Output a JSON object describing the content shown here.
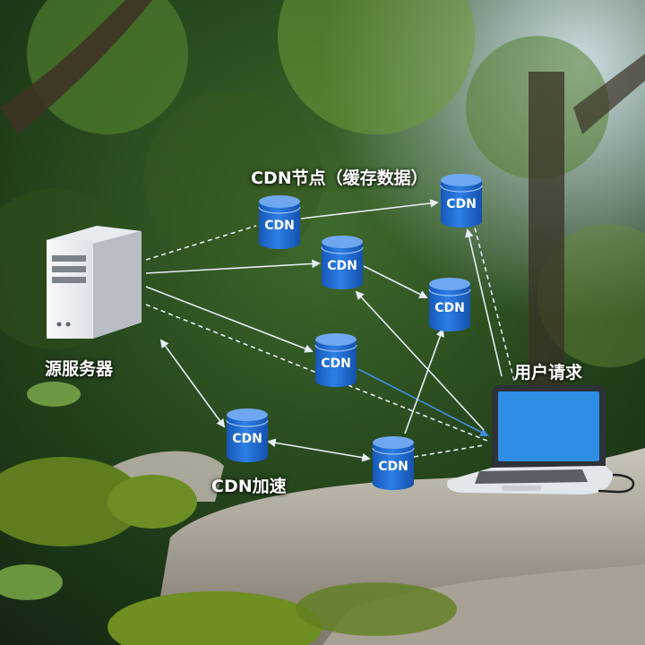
{
  "labels": {
    "cdn_nodes": "CDN节点（缓存数据）",
    "origin_server": "源服务器",
    "user_request": "用户请求",
    "cdn_acceleration": "CDN加速"
  },
  "node_text": "CDN",
  "colors": {
    "node_blue": "#1f6fd6",
    "node_top": "#6fa8f0",
    "arrow": "#e6eef6",
    "user_arrow": "#3d8fe0",
    "screen": "#2f8de6"
  }
}
